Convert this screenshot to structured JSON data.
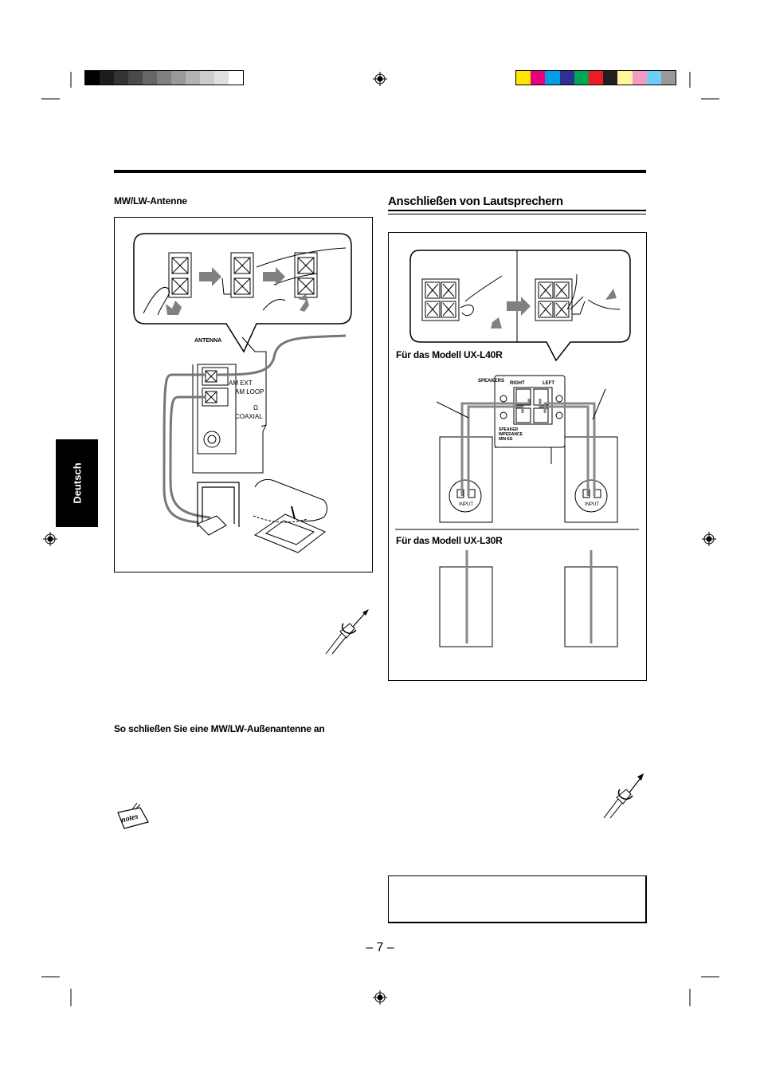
{
  "side_tab": {
    "label": "Deutsch"
  },
  "left": {
    "heading": "MW/LW-Antenne",
    "labels": {
      "antenna": "ANTENNA",
      "am_ext": "AM EXT",
      "am_loop": "AM LOOP",
      "coaxial": "COAXIAL",
      "ohm": "Ω"
    },
    "outdoor_heading": "So schließen Sie eine MW/LW-Außenantenne an",
    "notes_icon_text": "notes"
  },
  "right": {
    "heading": "Anschließen von Lautsprechern",
    "model_a": "Für das Modell UX-L40R",
    "model_b": "Für das Modell UX-L30R",
    "labels": {
      "speakers": "SPEAKERS",
      "right": "RIGHT",
      "left": "LEFT",
      "impedance": "SPEAKER",
      "impedance2": "IMPEDANCE",
      "impedance3": "MIN 6Ω",
      "input": "INPUT"
    }
  },
  "page_number": "– 7 –",
  "colors": {
    "gray_bar": [
      "#000000",
      "#1c1c1c",
      "#333333",
      "#4a4a4a",
      "#666666",
      "#808080",
      "#999999",
      "#b3b3b3",
      "#cccccc",
      "#e0e0e0",
      "#ffffff"
    ],
    "color_bar": [
      "#ffe600",
      "#e6007e",
      "#009fe3",
      "#2e3192",
      "#00a651",
      "#ed1c24",
      "#231f20",
      "#fff799",
      "#f49ac1",
      "#6dcff6",
      "#999999"
    ]
  }
}
